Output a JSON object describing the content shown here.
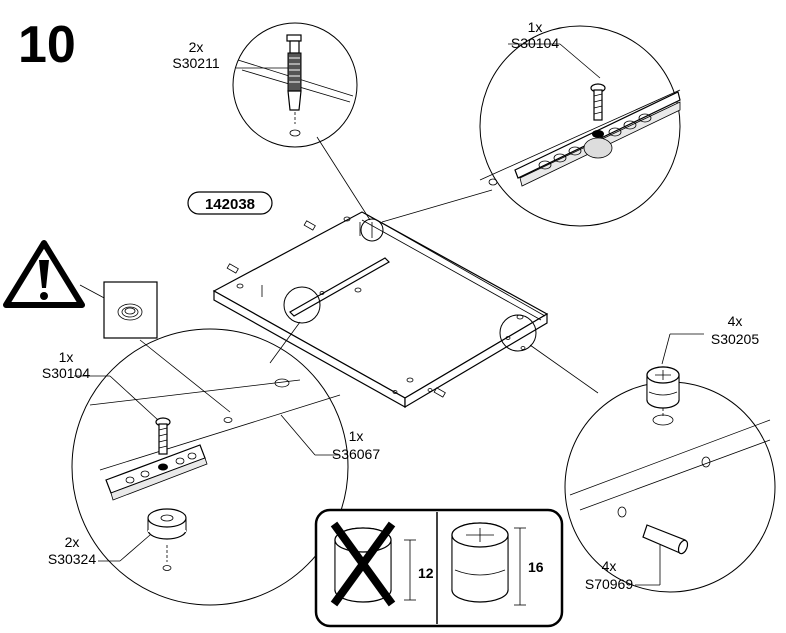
{
  "step_number": "10",
  "part_number": "142038",
  "callouts": {
    "top_left": {
      "qty": "2x",
      "code": "S30211"
    },
    "top_right": {
      "qty": "1x",
      "code": "S30104"
    },
    "left_circle_screw": {
      "qty": "1x",
      "code": "S30104"
    },
    "left_circle_rail": {
      "qty": "1x",
      "code": "S36067"
    },
    "left_circle_disc": {
      "qty": "2x",
      "code": "S30324"
    },
    "right_circle_cam": {
      "qty": "4x",
      "code": "S30205"
    },
    "right_circle_dowel": {
      "qty": "4x",
      "code": "S70969"
    }
  },
  "comparison": {
    "wrong_dim": "12",
    "right_dim": "16"
  },
  "icons": [
    "warning-icon",
    "cam-lock-icon",
    "screw-icon",
    "dowel-icon",
    "cross-mark-icon"
  ]
}
